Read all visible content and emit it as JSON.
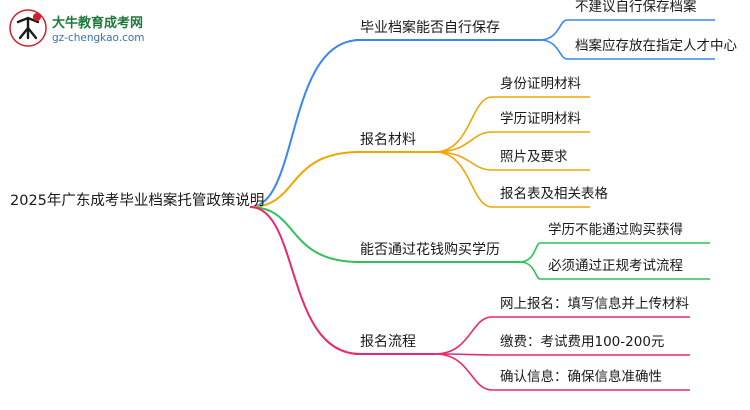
{
  "logo": {
    "title": "大牛教育成考网",
    "url": "gz-chengkao.com"
  },
  "root": {
    "label": "2025年广东成考毕业档案托管政策说明"
  },
  "colors": {
    "branch1": "#3a86f0",
    "branch2": "#f0a500",
    "branch3": "#2fc15b",
    "branch4": "#e9286f"
  },
  "branches": [
    {
      "label": "毕业档案能否自行保存",
      "children": [
        "不建议自行保存档案",
        "档案应存放在指定人才中心"
      ]
    },
    {
      "label": "报名材料",
      "children": [
        "身份证明材料",
        "学历证明材料",
        "照片及要求",
        "报名表及相关表格"
      ]
    },
    {
      "label": "能否通过花钱购买学历",
      "children": [
        "学历不能通过购买获得",
        "必须通过正规考试流程"
      ]
    },
    {
      "label": "报名流程",
      "children": [
        "网上报名：填写信息并上传材料",
        "缴费：考试费用100-200元",
        "确认信息：确保信息准确性"
      ]
    }
  ]
}
